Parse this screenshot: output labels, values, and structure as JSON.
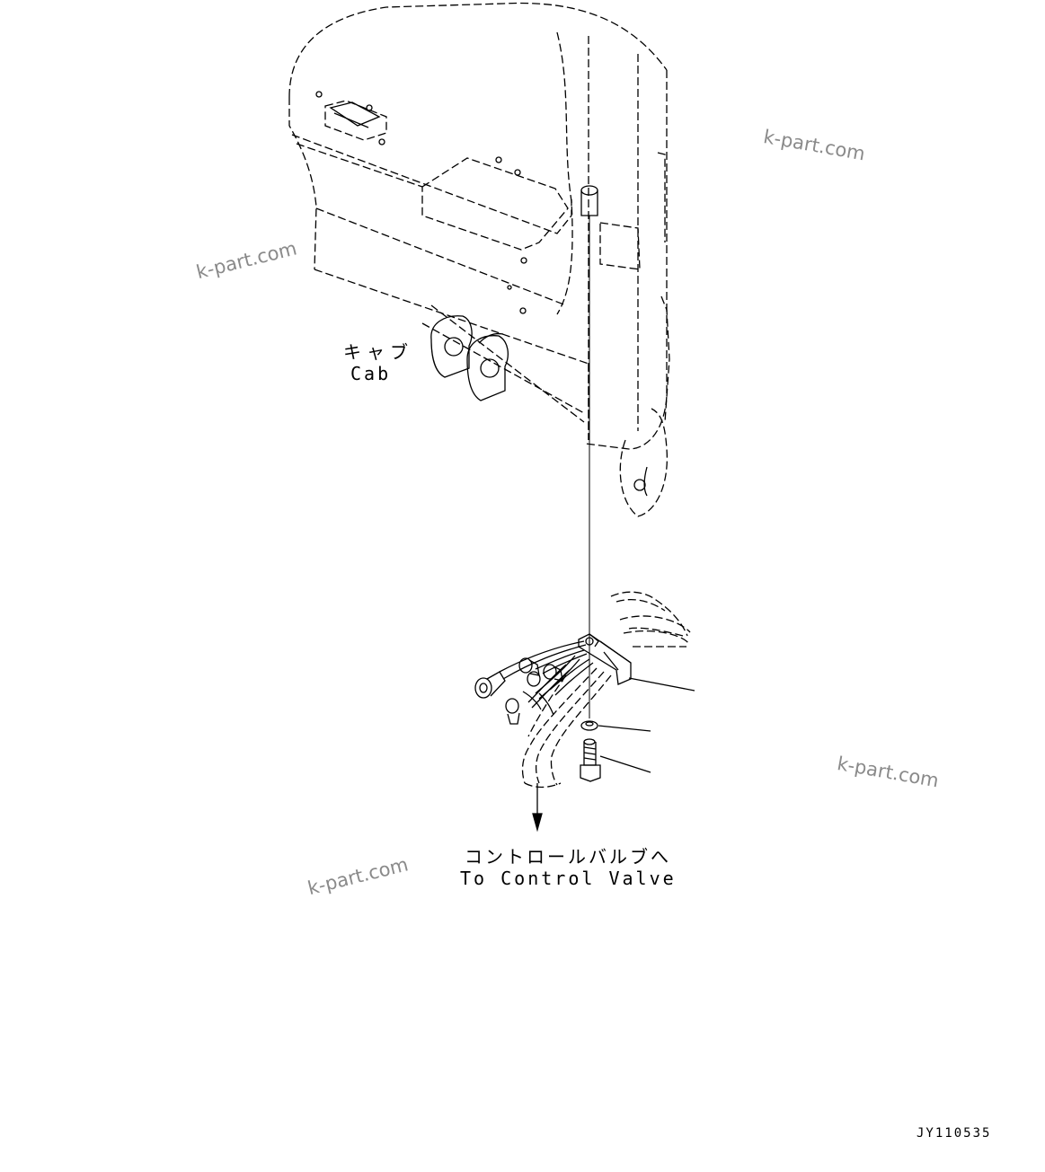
{
  "labels": {
    "cab_jp": "キャブ",
    "cab_en": "Cab",
    "control_valve_jp": "コントロールバルブへ",
    "control_valve_en": "To Control Valve",
    "drawing_code": "JY110535"
  },
  "watermarks": [
    "k-part.com",
    "k-part.com",
    "k-part.com",
    "k-part.com"
  ]
}
